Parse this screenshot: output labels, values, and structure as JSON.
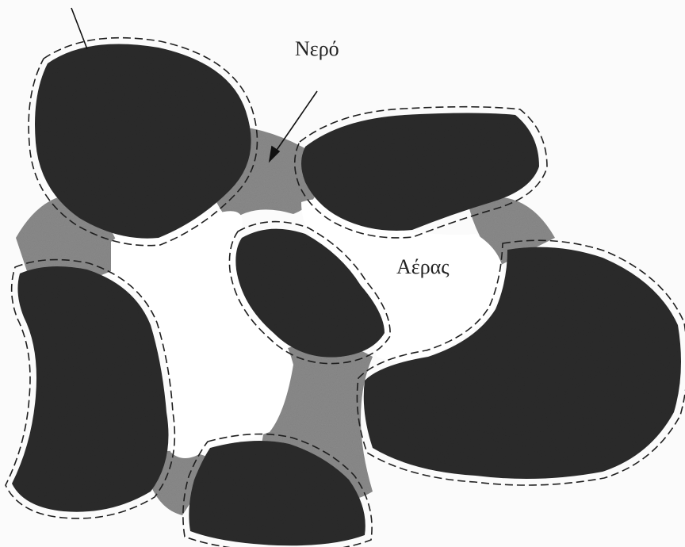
{
  "labels": {
    "water": "Νερό",
    "air": "Αέρας"
  },
  "colors": {
    "particle": "#2b2b2b",
    "water": "#8a8a8a",
    "film": "#1f1f1f",
    "background": "#fbfbfb",
    "pore": "#ffffff"
  },
  "elements": [
    "soil-particle",
    "water-film",
    "water-bridge",
    "air-pore",
    "leader-arrow"
  ]
}
